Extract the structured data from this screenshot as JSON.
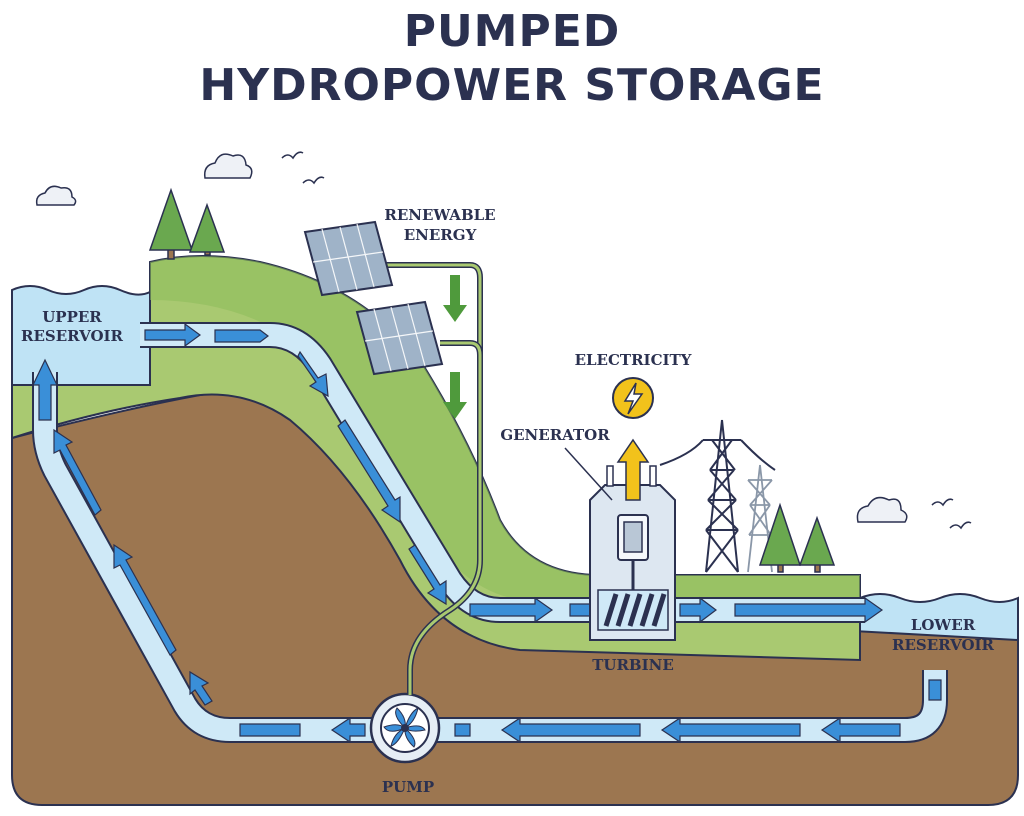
{
  "title": {
    "line1": "PUMPED",
    "line2": "HYDROPOWER STORAGE"
  },
  "labels": {
    "upper_reservoir_1": "UPPER",
    "upper_reservoir_2": "RESERVOIR",
    "lower_reservoir_1": "LOWER",
    "lower_reservoir_2": "RESERVOIR",
    "renewable_1": "RENEWABLE",
    "renewable_2": "ENERGY",
    "electricity": "ELECTRICITY",
    "generator": "GENERATOR",
    "turbine": "TURBINE",
    "pump": "PUMP"
  },
  "colors": {
    "title": "#2b3150",
    "soil": "#9c7650",
    "grass": "#a9c971",
    "water": "#bfe3f5",
    "pipe_fill": "#cfe9f7",
    "arrow": "#3a8fd8",
    "green_arrow": "#4f9a3c",
    "electric": "#f2c21b"
  }
}
